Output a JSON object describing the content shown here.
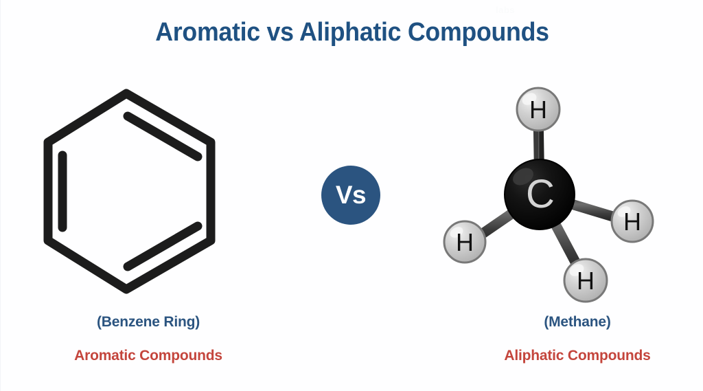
{
  "page": {
    "title": "Aromatic vs Aliphatic Compounds",
    "watermark": "labs",
    "background_color": "#fefeff",
    "title_color": "#1f5182",
    "accent_red": "#c4453c",
    "accent_blue": "#2b5480"
  },
  "comparison": {
    "separator_label": "Vs",
    "separator_circle_color": "#2b5480"
  },
  "left": {
    "diagram": "benzene-ring-hexagon",
    "structure_color": "#1c1c1c",
    "caption_sub": "(Benzene Ring)",
    "caption_main": "Aromatic Compounds"
  },
  "right": {
    "diagram": "methane-ball-and-stick",
    "carbon_label": "C",
    "carbon_color": "#0b0b0b",
    "hydrogen_label": "H",
    "hydrogen_color": "#c7c7c7",
    "bond_color": "#4a4a4a",
    "atoms": [
      {
        "element": "C",
        "label": "C",
        "position": "center"
      },
      {
        "element": "H",
        "label": "H",
        "position": "top"
      },
      {
        "element": "H",
        "label": "H",
        "position": "left"
      },
      {
        "element": "H",
        "label": "H",
        "position": "bottom"
      },
      {
        "element": "H",
        "label": "H",
        "position": "right"
      }
    ],
    "caption_sub": "(Methane)",
    "caption_main": "Aliphatic Compounds"
  }
}
